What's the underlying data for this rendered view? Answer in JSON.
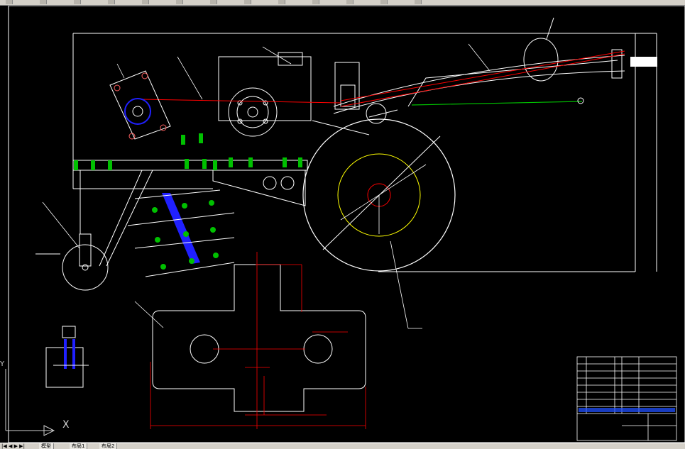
{
  "window": {
    "toolbar_icons": [
      "open-icon",
      "save-icon",
      "print-icon",
      "cut-icon",
      "copy-icon",
      "paste-icon",
      "undo-icon",
      "redo-icon",
      "pan-icon",
      "zoom-icon",
      "layer-icon",
      "properties-icon",
      "match-icon"
    ]
  },
  "colors": {
    "background": "#000000",
    "outline": "#ffffff",
    "dimension": "#ff0000",
    "hatch_green": "#00c000",
    "bolt_blue": "#2020ff",
    "circle_yellow": "#ffff00",
    "title_block_blue": "#2050ff"
  },
  "ucs": {
    "x_label": "X",
    "y_label": "Y"
  },
  "layout_tabs": {
    "model": "模型",
    "layout1": "布局1",
    "layout2": "布局2"
  },
  "nav_arrows": "|◀ ◀ ▶ ▶|"
}
